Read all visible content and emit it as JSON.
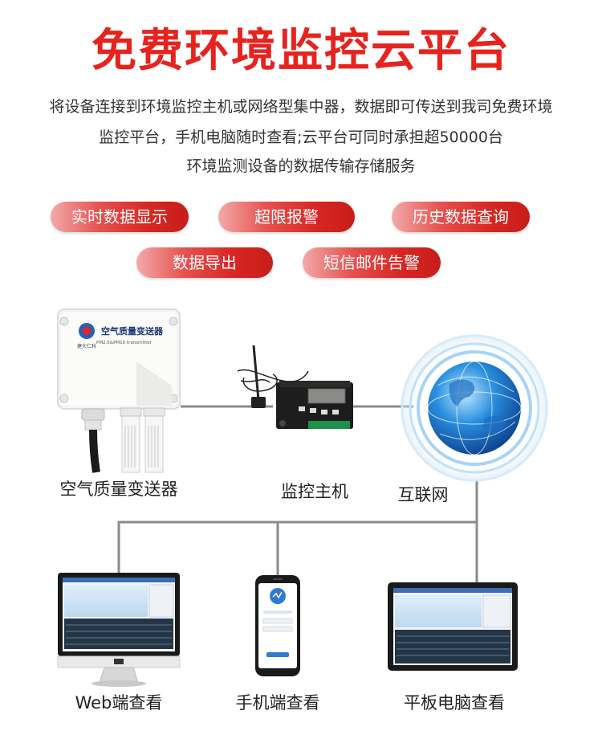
{
  "title": "免费环境监控云平台",
  "description": [
    "将设备连接到环境监控主机或网络型集中器，数据即可传送到我司免费环境",
    "监控平台，手机电脑随时查看;云平台可同时承担超50000台",
    "环境监测设备的数据传输存储服务"
  ],
  "features": [
    "实时数据显示",
    "超限报警",
    "历史数据查询",
    "数据导出",
    "短信邮件告警"
  ],
  "devices": {
    "transmitter": "空气质量变送器",
    "host": "监控主机",
    "internet": "互联网"
  },
  "device_print": {
    "transmitter_title": "空气质量变送器",
    "transmitter_sub": "PM2.5&PM10 transmitter",
    "brand": "建大仁科"
  },
  "clients": {
    "web": "Web端查看",
    "phone": "手机端查看",
    "tablet": "平板电脑查看"
  },
  "colors": {
    "accent": "#e6231e",
    "line": "#888888"
  }
}
